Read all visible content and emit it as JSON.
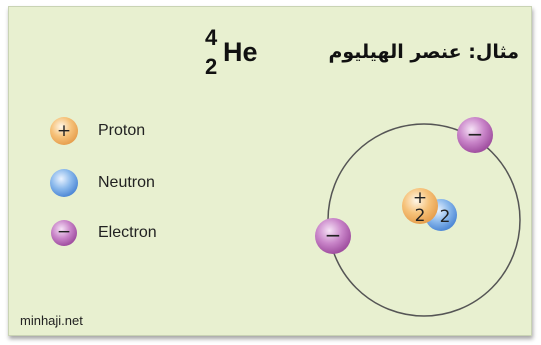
{
  "title": "مثال: عنصر الهيليوم",
  "isotope": {
    "mass_number": "4",
    "atomic_number": "2",
    "symbol": "He"
  },
  "legend": [
    {
      "label": "Proton",
      "symbol": "+"
    },
    {
      "label": "Neutron",
      "symbol": ""
    },
    {
      "label": "Electron",
      "symbol": "−"
    }
  ],
  "nucleus": {
    "proton_charge": "+",
    "proton_count": "2",
    "neutron_count": "2"
  },
  "electron_symbol": "−",
  "footer": "minhaji.net",
  "colors": {
    "background": "#e8f0d0",
    "proton": "#f6c27a",
    "neutron": "#7aaee8",
    "electron": "#c57ac5",
    "orbit": "#555555"
  }
}
